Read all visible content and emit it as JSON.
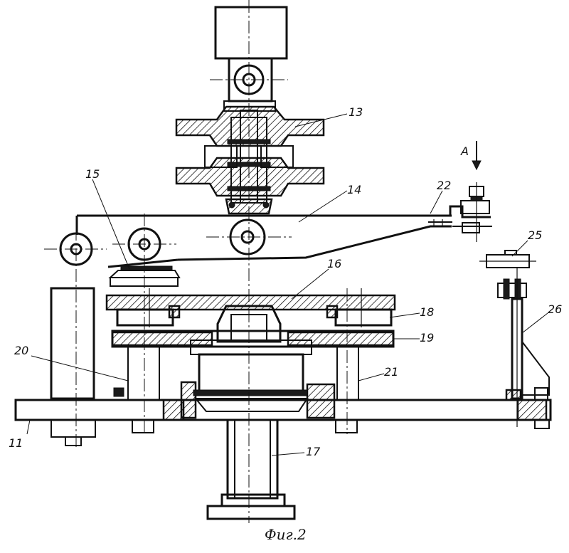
{
  "caption": "Фиг.2",
  "view_marker": "A",
  "labels": {
    "l11": "11",
    "l13": "13",
    "l14": "14",
    "l15": "15",
    "l16": "16",
    "l17": "17",
    "l18": "18",
    "l19": "19",
    "l20": "20",
    "l21": "21",
    "l22": "22",
    "l25": "25",
    "l26": "26"
  },
  "line_color": "#111111",
  "background": "#ffffff"
}
